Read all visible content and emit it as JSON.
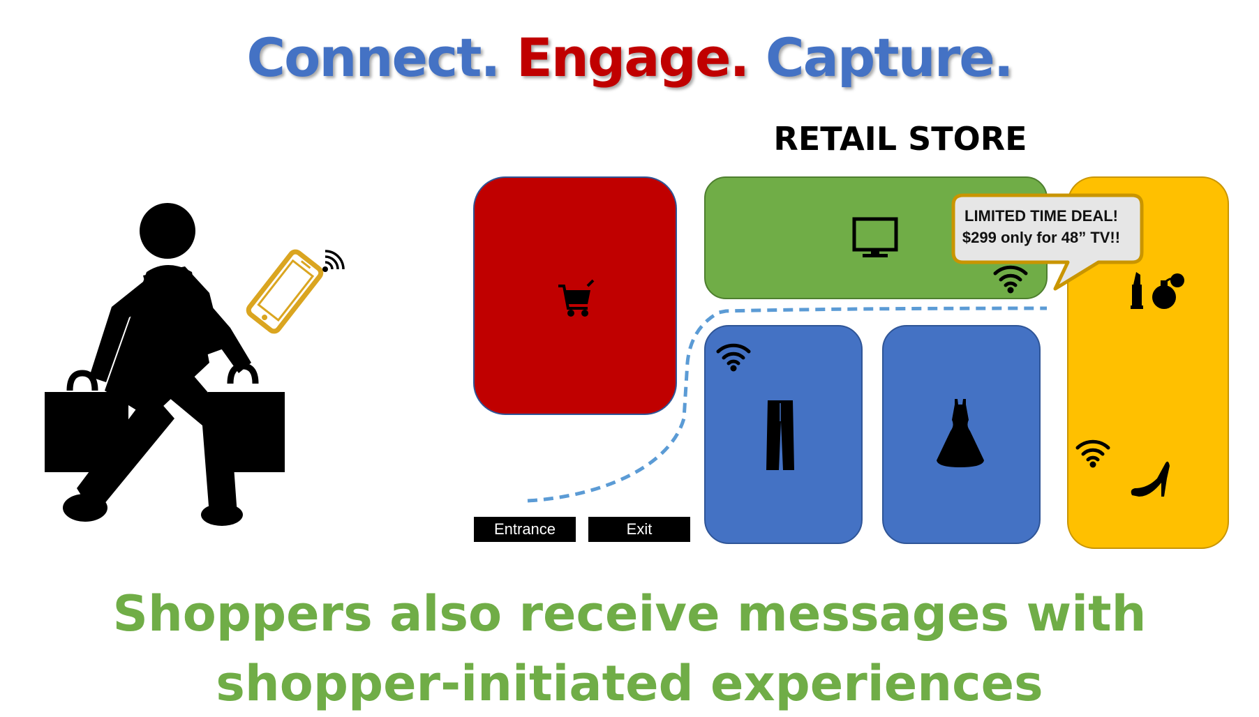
{
  "headline": {
    "words": [
      "Connect.",
      "Engage.",
      "Capture."
    ],
    "colors": [
      "#4472c4",
      "#c00000",
      "#4472c4"
    ]
  },
  "store": {
    "title": "RETAIL STORE",
    "zones": [
      {
        "name": "checkout",
        "color": "#c00000",
        "icon": "shopping-cart-icon"
      },
      {
        "name": "electronics",
        "color": "#70ad47",
        "icon": "tv-icon"
      },
      {
        "name": "menswear",
        "color": "#4472c4",
        "icon": "pants-icon"
      },
      {
        "name": "womenswear",
        "color": "#4472c4",
        "icon": "dress-icon"
      },
      {
        "name": "beauty-and-shoes",
        "color": "#ffc000",
        "icon": "perfume-icon"
      }
    ],
    "entrance_label": "Entrance",
    "exit_label": "Exit",
    "path_color": "#5b9bd5"
  },
  "deal_callout": {
    "line1": "LIMITED TIME DEAL!",
    "line2": "$299 only for 48” TV!!"
  },
  "shopper": {
    "phone_color": "#daa520",
    "icon": "shopper-icon"
  },
  "caption": {
    "text": "Shoppers also receive messages with shopper-initiated experiences"
  }
}
